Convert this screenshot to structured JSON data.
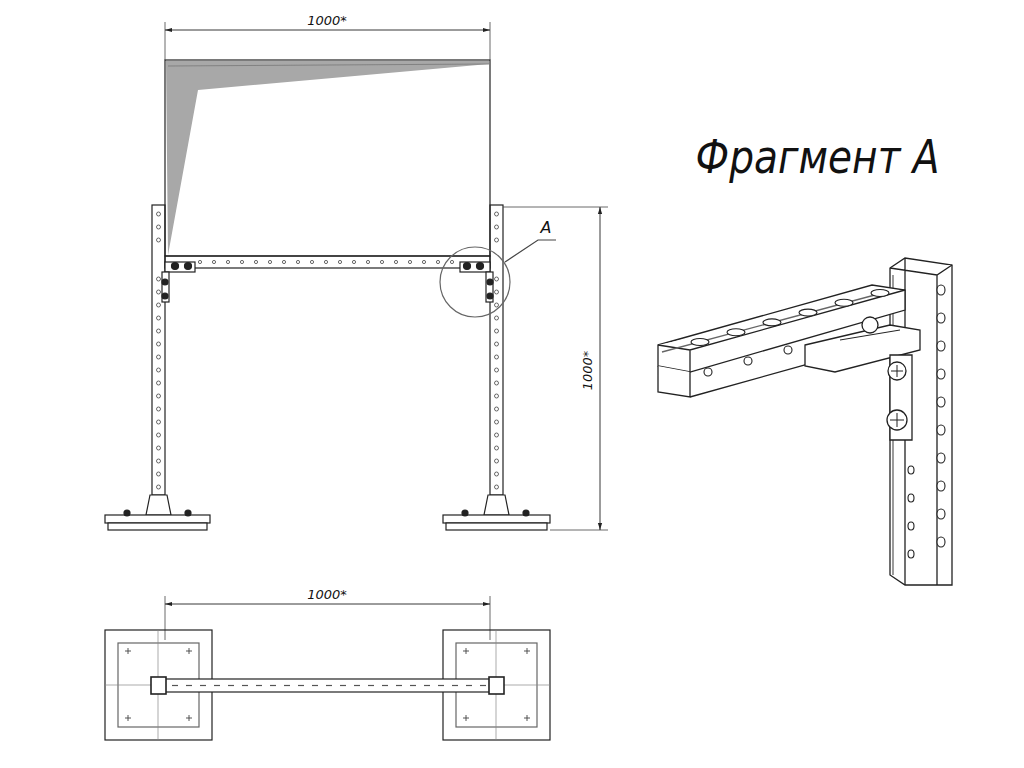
{
  "diagram": {
    "labels": [
      "1000*",
      "А",
      "1000*",
      "1000*",
      "Фрагмент А"
    ]
  }
}
